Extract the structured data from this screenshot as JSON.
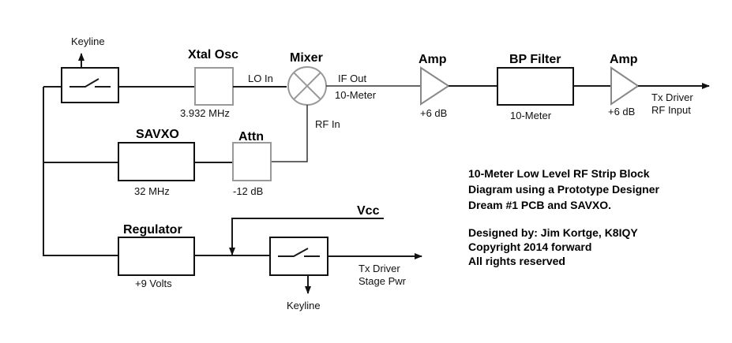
{
  "diagram": {
    "title": "10-Meter Low Level RF Strip Block Diagram",
    "blocks": {
      "keyline_switch_top": {
        "label": "Keyline"
      },
      "xtal_osc": {
        "title": "Xtal Osc",
        "sublabel": "3.932 MHz"
      },
      "mixer": {
        "title": "Mixer",
        "lo_label": "LO In",
        "if_label": "IF Out",
        "if_sub": "10-Meter",
        "rf_label": "RF In"
      },
      "amp1": {
        "title": "Amp",
        "sublabel": "+6 dB"
      },
      "bp_filter": {
        "title": "BP Filter",
        "sublabel": "10-Meter"
      },
      "amp2": {
        "title": "Amp",
        "sublabel": "+6 dB"
      },
      "rf_output": {
        "line1": "Tx Driver",
        "line2": "RF Input"
      },
      "savxo": {
        "title": "SAVXO",
        "sublabel": "32 MHz"
      },
      "attn": {
        "title": "Attn",
        "sublabel": "-12 dB"
      },
      "vcc": {
        "title": "Vcc"
      },
      "regulator": {
        "title": "Regulator",
        "sublabel": "+9 Volts"
      },
      "keyline_switch_bottom": {
        "label": "Keyline"
      },
      "pwr_output": {
        "line1": "Tx Driver",
        "line2": "Stage Pwr"
      }
    },
    "notes": {
      "description": [
        "10-Meter Low Level RF Strip Block",
        "Diagram using a Prototype Designer",
        "Dream #1 PCB and SAVXO."
      ],
      "credits": [
        "Designed by: Jim Kortge, K8IQY",
        "Copyright 2014 forward",
        "All rights reserved"
      ]
    },
    "colors": {
      "line": "#1a1a1a",
      "grey_block": "#999999",
      "background": "#ffffff"
    }
  }
}
